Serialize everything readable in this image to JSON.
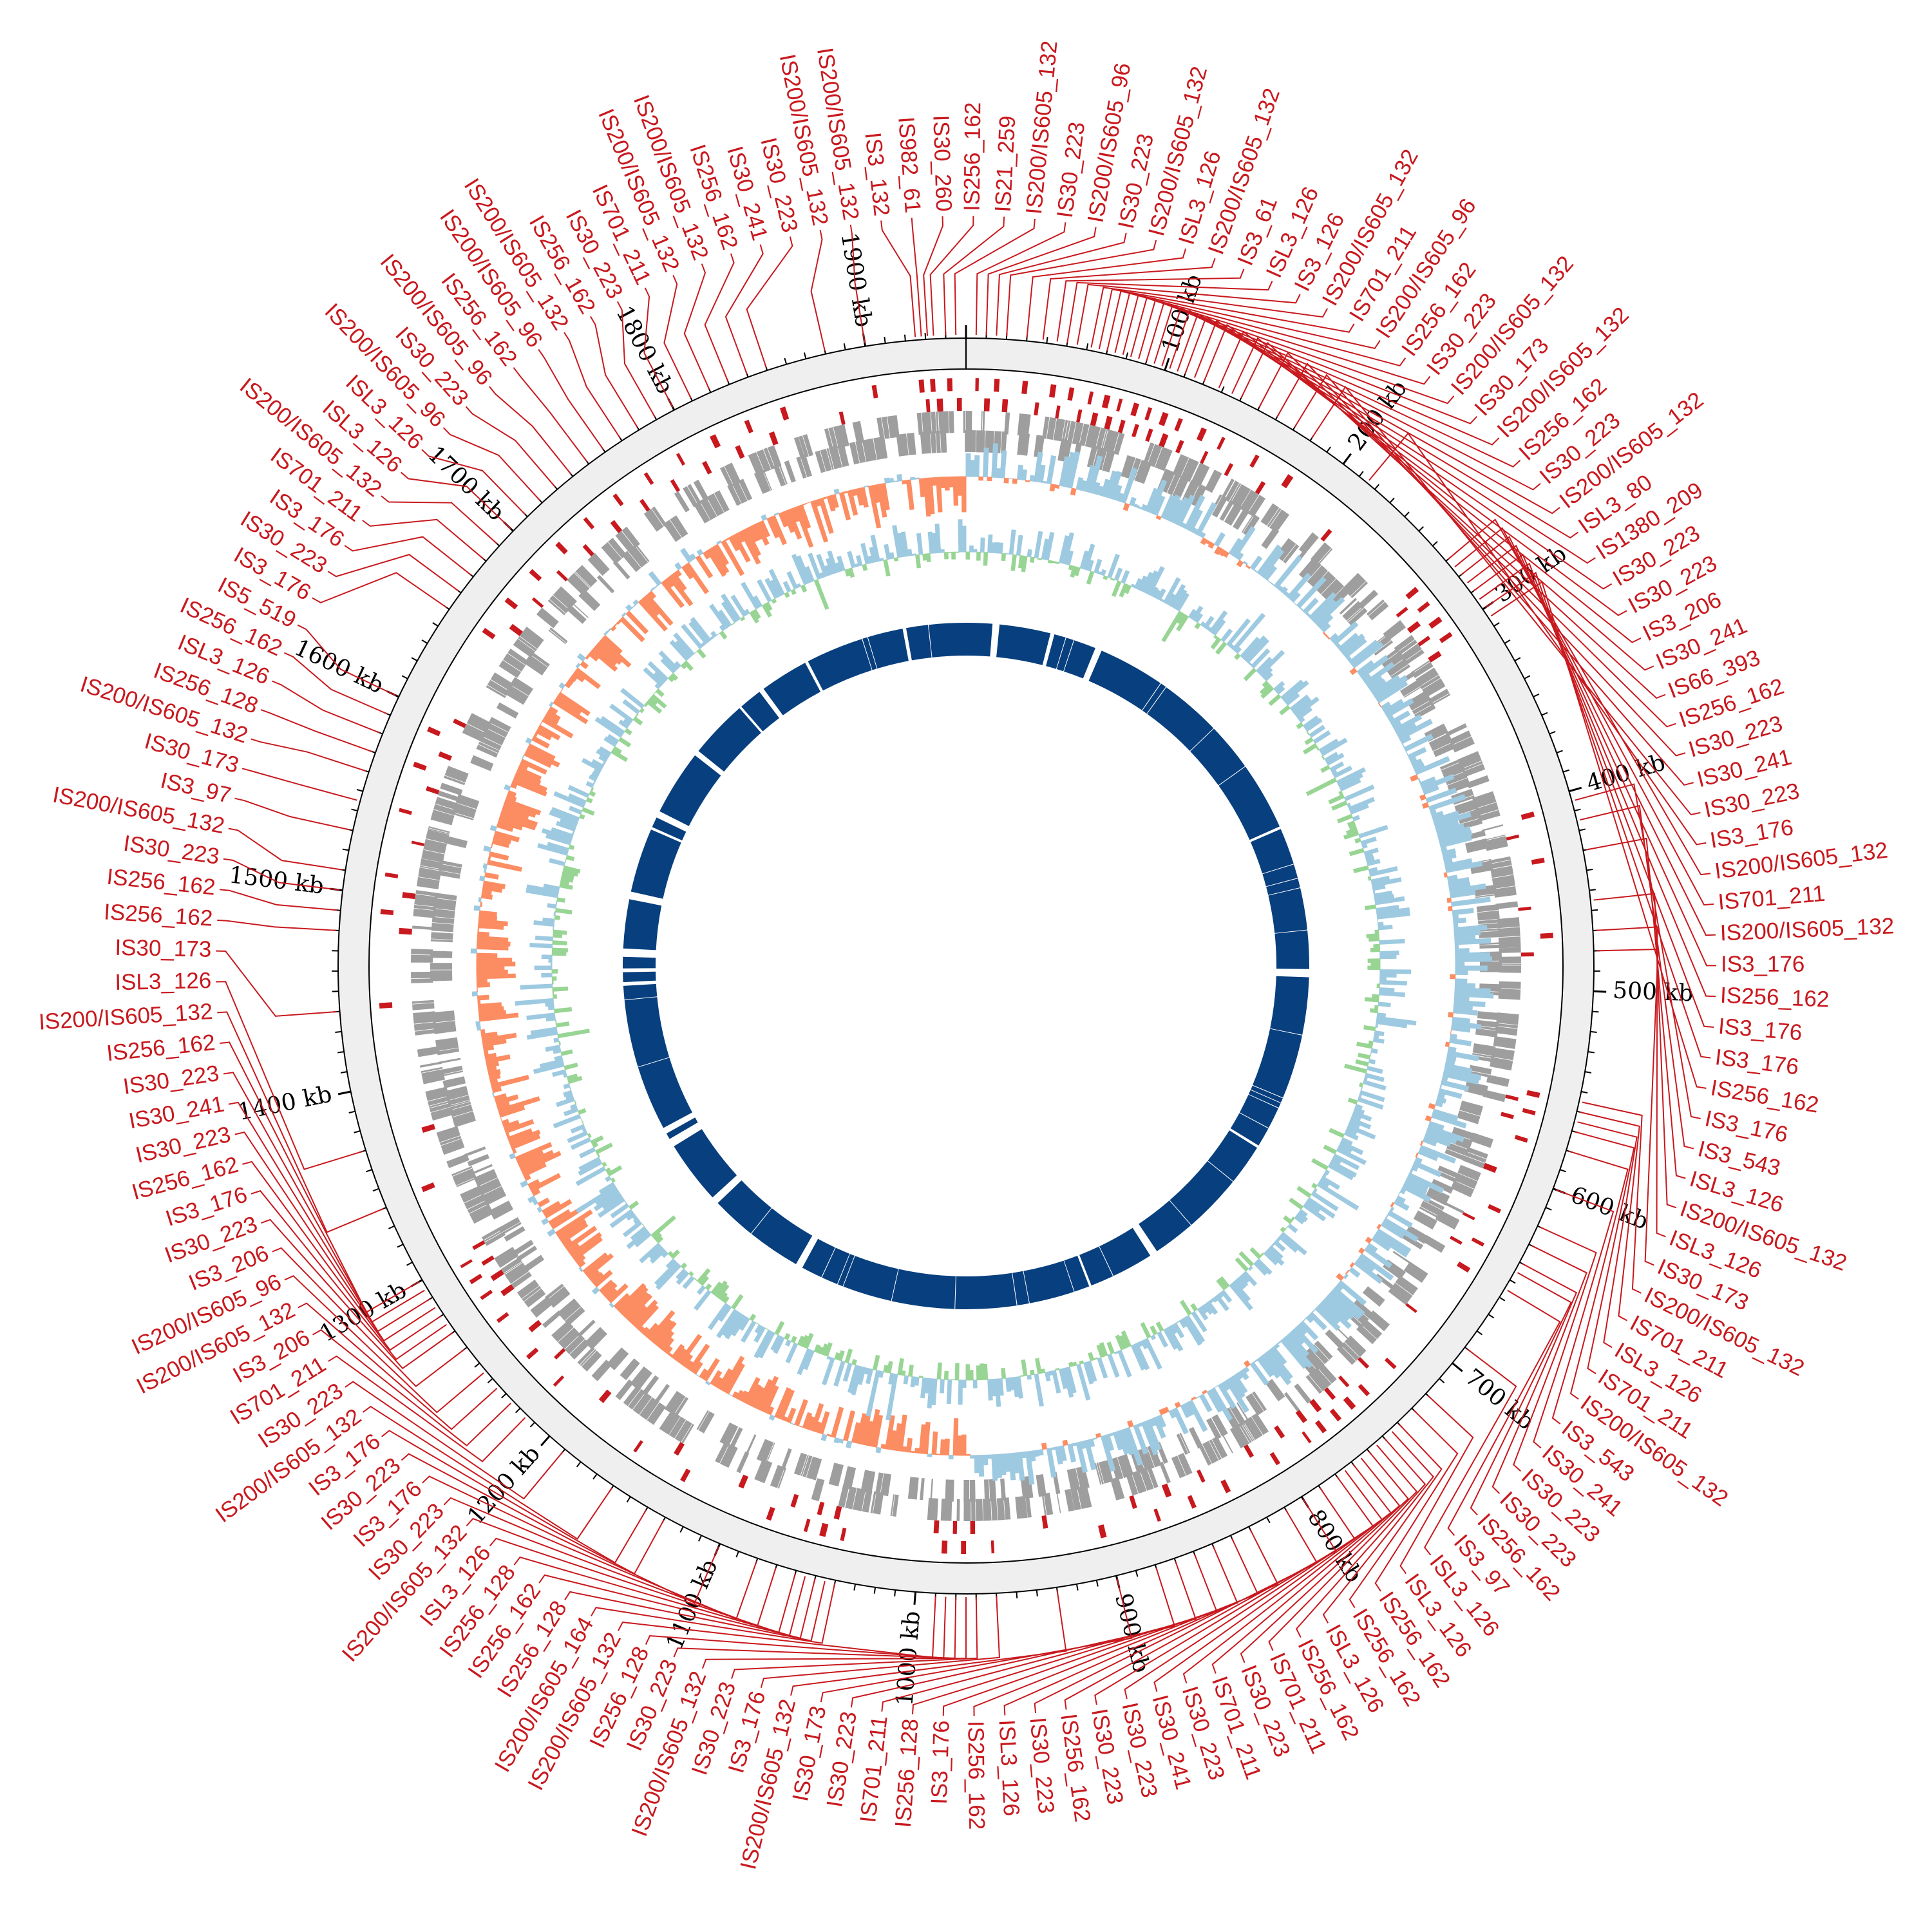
{
  "genome_length_kb": 1950,
  "colors": {
    "is_element": "#c8191e",
    "backbone_ring": "#efefef",
    "genes": "#9e9e9e",
    "gc_skew_positive": "#9ecae1",
    "gc_skew_negative": "#fc8d62",
    "gc_content_positive": "#9ecae1",
    "gc_content_negative": "#98d594",
    "core_blocks": "#083f7e"
  },
  "tick_labels": [
    "100 kb",
    "200 kb",
    "300 kb",
    "400 kb",
    "500 kb",
    "600 kb",
    "700 kb",
    "800 kb",
    "900 kb",
    "1000 kb",
    "1100 kb",
    "1200 kb",
    "1300 kb",
    "1400 kb",
    "1500 kb",
    "1600 kb",
    "1700 kb",
    "1800 kb",
    "1900 kb"
  ],
  "is_elements": [
    {
      "label": "IS3_132",
      "kb": 1925
    },
    {
      "label": "IS982_61",
      "kb": 1928
    },
    {
      "label": "IS30_260",
      "kb": 1931
    },
    {
      "label": "IS256_162",
      "kb": 1934
    },
    {
      "label": "IS21_259",
      "kb": 1940
    },
    {
      "label": "IS200/IS605_132",
      "kb": 1945
    },
    {
      "label": "IS30_223",
      "kb": 5
    },
    {
      "label": "IS200/IS605_96",
      "kb": 10
    },
    {
      "label": "IS30_223",
      "kb": 15
    },
    {
      "label": "IS200/IS605_132",
      "kb": 20
    },
    {
      "label": "ISL3_126",
      "kb": 30
    },
    {
      "label": "IS200/IS605_132",
      "kb": 38
    },
    {
      "label": "IS3_61",
      "kb": 45
    },
    {
      "label": "ISL3_126",
      "kb": 50
    },
    {
      "label": "IS3_126",
      "kb": 55
    },
    {
      "label": "IS200/IS605_132",
      "kb": 62
    },
    {
      "label": "IS701_211",
      "kb": 66
    },
    {
      "label": "IS200/IS605_96",
      "kb": 70
    },
    {
      "label": "IS256_162",
      "kb": 74
    },
    {
      "label": "IS30_223",
      "kb": 78
    },
    {
      "label": "IS200/IS605_132",
      "kb": 82
    },
    {
      "label": "IS30_173",
      "kb": 86
    },
    {
      "label": "IS200/IS605_132",
      "kb": 90
    },
    {
      "label": "IS256_162",
      "kb": 94
    },
    {
      "label": "IS30_223",
      "kb": 98
    },
    {
      "label": "IS200/IS605_132",
      "kb": 102
    },
    {
      "label": "ISL3_80",
      "kb": 106
    },
    {
      "label": "IS1380_209",
      "kb": 110
    },
    {
      "label": "IS30_223",
      "kb": 115
    },
    {
      "label": "IS30_223",
      "kb": 120
    },
    {
      "label": "IS3_206",
      "kb": 128
    },
    {
      "label": "IS30_241",
      "kb": 135
    },
    {
      "label": "IS66_393",
      "kb": 140
    },
    {
      "label": "IS256_162",
      "kb": 150
    },
    {
      "label": "IS30_223",
      "kb": 160
    },
    {
      "label": "IS30_241",
      "kb": 170
    },
    {
      "label": "IS30_223",
      "kb": 180
    },
    {
      "label": "IS3_176",
      "kb": 215
    },
    {
      "label": "IS200/IS605_132",
      "kb": 270
    },
    {
      "label": "IS701_211",
      "kb": 275
    },
    {
      "label": "IS200/IS605_132",
      "kb": 280
    },
    {
      "label": "IS3_176",
      "kb": 285
    },
    {
      "label": "IS256_162",
      "kb": 290
    },
    {
      "label": "IS3_176",
      "kb": 295
    },
    {
      "label": "IS3_176",
      "kb": 300
    },
    {
      "label": "IS256_162",
      "kb": 305
    },
    {
      "label": "IS3_176",
      "kb": 405
    },
    {
      "label": "IS3_543",
      "kb": 415
    },
    {
      "label": "ISL3_126",
      "kb": 430
    },
    {
      "label": "IS200/IS605_132",
      "kb": 455
    },
    {
      "label": "ISL3_126",
      "kb": 470
    },
    {
      "label": "IS30_173",
      "kb": 480
    },
    {
      "label": "IS200/IS605_132",
      "kb": 555
    },
    {
      "label": "IS701_211",
      "kb": 560
    },
    {
      "label": "ISL3_126",
      "kb": 565
    },
    {
      "label": "IS701_211",
      "kb": 570
    },
    {
      "label": "IS200/IS605_132",
      "kb": 580
    },
    {
      "label": "IS3_543",
      "kb": 600
    },
    {
      "label": "IS30_241",
      "kb": 620
    },
    {
      "label": "IS30_223",
      "kb": 630
    },
    {
      "label": "IS30_223",
      "kb": 640
    },
    {
      "label": "IS256_162",
      "kb": 645
    },
    {
      "label": "IS3_97",
      "kb": 655
    },
    {
      "label": "ISL3_126",
      "kb": 690
    },
    {
      "label": "ISL3_126",
      "kb": 720
    },
    {
      "label": "IS256_162",
      "kb": 730
    },
    {
      "label": "IS256_162",
      "kb": 740
    },
    {
      "label": "ISL3_126",
      "kb": 745
    },
    {
      "label": "IS256_162",
      "kb": 750
    },
    {
      "label": "IS701_211",
      "kb": 755
    },
    {
      "label": "IS30_223",
      "kb": 760
    },
    {
      "label": "IS701_211",
      "kb": 765
    },
    {
      "label": "IS30_223",
      "kb": 770
    },
    {
      "label": "IS30_241",
      "kb": 775
    },
    {
      "label": "IS30_223",
      "kb": 780
    },
    {
      "label": "IS30_223",
      "kb": 790
    },
    {
      "label": "IS256_162",
      "kb": 800
    },
    {
      "label": "IS30_223",
      "kb": 810
    },
    {
      "label": "ISL3_126",
      "kb": 830
    },
    {
      "label": "IS256_162",
      "kb": 840
    },
    {
      "label": "IS3_176",
      "kb": 850
    },
    {
      "label": "IS256_128",
      "kb": 860
    },
    {
      "label": "IS701_211",
      "kb": 870
    },
    {
      "label": "IS30_223",
      "kb": 880
    },
    {
      "label": "IS30_173",
      "kb": 900
    },
    {
      "label": "IS200/IS605_132",
      "kb": 930
    },
    {
      "label": "IS3_176",
      "kb": 960
    },
    {
      "label": "IS30_223",
      "kb": 970
    },
    {
      "label": "IS200/IS605_132",
      "kb": 975
    },
    {
      "label": "IS30_223",
      "kb": 980
    },
    {
      "label": "IS256_128",
      "kb": 985
    },
    {
      "label": "IS200/IS605_132",
      "kb": 990
    },
    {
      "label": "IS200/IS605_164",
      "kb": 1040
    },
    {
      "label": "IS256_128",
      "kb": 1045
    },
    {
      "label": "IS256_162",
      "kb": 1050
    },
    {
      "label": "IS256_128",
      "kb": 1055
    },
    {
      "label": "ISL3_126",
      "kb": 1060
    },
    {
      "label": "IS200/IS605_132",
      "kb": 1070
    },
    {
      "label": "IS30_223",
      "kb": 1080
    },
    {
      "label": "IS3_176",
      "kb": 1100
    },
    {
      "label": "IS30_223",
      "kb": 1130
    },
    {
      "label": "IS3_176",
      "kb": 1140
    },
    {
      "label": "IS200/IS605_132",
      "kb": 1160
    },
    {
      "label": "IS30_223",
      "kb": 1190
    },
    {
      "label": "IS701_211",
      "kb": 1215
    },
    {
      "label": "IS3_206",
      "kb": 1225
    },
    {
      "label": "IS200/IS605_132",
      "kb": 1235
    },
    {
      "label": "IS200/IS605_96",
      "kb": 1245
    },
    {
      "label": "IS3_206",
      "kb": 1260
    },
    {
      "label": "IS30_223",
      "kb": 1270
    },
    {
      "label": "IS3_176",
      "kb": 1275
    },
    {
      "label": "IS256_162",
      "kb": 1280
    },
    {
      "label": "IS30_223",
      "kb": 1285
    },
    {
      "label": "IS30_241",
      "kb": 1290
    },
    {
      "label": "IS30_223",
      "kb": 1295
    },
    {
      "label": "IS256_162",
      "kb": 1300
    },
    {
      "label": "IS200/IS605_132",
      "kb": 1340
    },
    {
      "label": "ISL3_126",
      "kb": 1370
    },
    {
      "label": "IS30_173",
      "kb": 1440
    },
    {
      "label": "IS256_162",
      "kb": 1480
    },
    {
      "label": "IS256_162",
      "kb": 1490
    },
    {
      "label": "IS30_223",
      "kb": 1500
    },
    {
      "label": "IS200/IS605_132",
      "kb": 1510
    },
    {
      "label": "IS3_97",
      "kb": 1530
    },
    {
      "label": "IS30_173",
      "kb": 1545
    },
    {
      "label": "IS200/IS605_132",
      "kb": 1560
    },
    {
      "label": "IS256_128",
      "kb": 1570
    },
    {
      "label": "ISL3_126",
      "kb": 1580
    },
    {
      "label": "IS256_162",
      "kb": 1590
    },
    {
      "label": "IS5_519",
      "kb": 1600
    },
    {
      "label": "IS3_176",
      "kb": 1650
    },
    {
      "label": "IS30_223",
      "kb": 1660
    },
    {
      "label": "IS3_176",
      "kb": 1670
    },
    {
      "label": "IS701_211",
      "kb": 1680
    },
    {
      "label": "IS200/IS605_132",
      "kb": 1690
    },
    {
      "label": "ISL3_126",
      "kb": 1700
    },
    {
      "label": "ISL3_126",
      "kb": 1710
    },
    {
      "label": "IS200/IS605_96",
      "kb": 1720
    },
    {
      "label": "IS30_223",
      "kb": 1730
    },
    {
      "label": "IS200/IS605_96",
      "kb": 1740
    },
    {
      "label": "IS256_162",
      "kb": 1750
    },
    {
      "label": "IS200/IS605_96",
      "kb": 1760
    },
    {
      "label": "IS200/IS605_132",
      "kb": 1770
    },
    {
      "label": "IS256_162",
      "kb": 1780
    },
    {
      "label": "IS30_223",
      "kb": 1790
    },
    {
      "label": "IS701_211",
      "kb": 1800
    },
    {
      "label": "IS200/IS605_132",
      "kb": 1810
    },
    {
      "label": "IS200/IS605_132",
      "kb": 1820
    },
    {
      "label": "IS256_162",
      "kb": 1830
    },
    {
      "label": "IS30_241",
      "kb": 1840
    },
    {
      "label": "IS30_223",
      "kb": 1850
    },
    {
      "label": "IS200/IS605_132",
      "kb": 1880
    },
    {
      "label": "IS200/IS605_132",
      "kb": 1900
    }
  ]
}
